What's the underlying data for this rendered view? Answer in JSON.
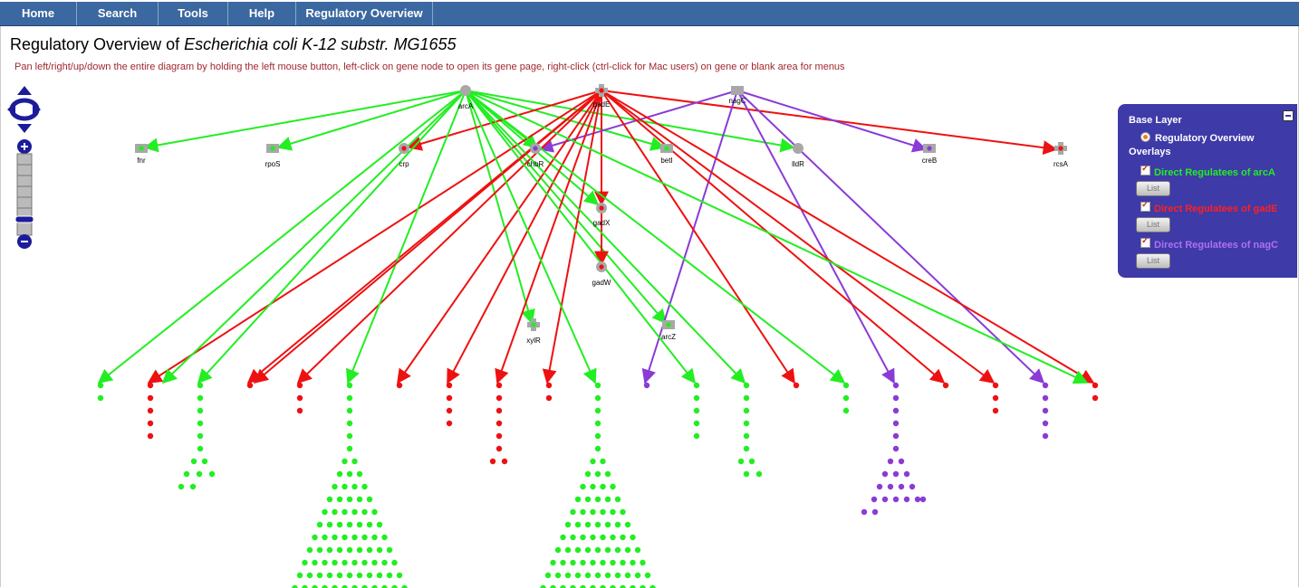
{
  "menu": [
    {
      "label": "Home"
    },
    {
      "label": "Search"
    },
    {
      "label": "Tools"
    },
    {
      "label": "Help"
    },
    {
      "label": "Regulatory Overview"
    }
  ],
  "title": {
    "prefix": "Regulatory Overview of ",
    "organism": "Escherichia coli K-12 substr. MG1655"
  },
  "instructions": "Pan left/right/up/down the entire diagram by holding the left mouse button, left-click on gene node to open its gene page, right-click (ctrl-click for Mac users) on gene or blank area for menus",
  "colors": {
    "arcA": "#22ee22",
    "gadE": "#ee1111",
    "nagC": "#8a3bd6",
    "node_gray": "#a8a8a8",
    "panel": "#3e3aa8",
    "menubar": "#3b68a0"
  },
  "panel": {
    "base_layer_label": "Base Layer",
    "base_option": "Regulatory Overview",
    "overlays_label": "Overlays",
    "overlays": [
      {
        "label": "Direct Regulatees of arcA",
        "color": "#22ee22",
        "button": "List"
      },
      {
        "label": "Direct Regulatees of gadE",
        "color": "#ff2020",
        "button": "List"
      },
      {
        "label": "Direct Regulatees of nagC",
        "color": "#b070f0",
        "button": "List"
      }
    ]
  },
  "genes": {
    "arcA": "arcA",
    "gadE": "gadE",
    "nagC": "nagC",
    "fnr": "fnr",
    "rpoS": "rpoS",
    "crp": "crp",
    "chbR": "chbR",
    "betI": "betI",
    "lldR": "lldR",
    "creB": "creB",
    "rcsA": "rcsA",
    "gadX": "gadX",
    "gadW": "gadW",
    "xylR": "xylR",
    "arcZ": "arcZ"
  }
}
